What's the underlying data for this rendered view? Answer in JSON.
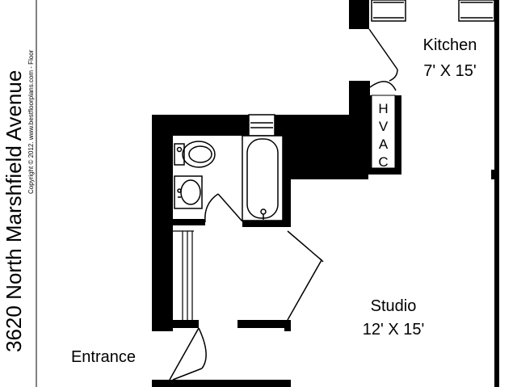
{
  "side_title": "3620 North Marshfield Avenue",
  "copyright": "Copyright © 2012. www.bestfloorplans.com - Floor",
  "rooms": {
    "kitchen": {
      "name": "Kitchen",
      "size": "7' X 15'"
    },
    "studio": {
      "name": "Studio",
      "size": "12' X 15'"
    },
    "entrance": {
      "name": "Entrance"
    },
    "hvac": {
      "letters": [
        "H",
        "V",
        "A",
        "C"
      ]
    }
  },
  "colors": {
    "wall": "#000000",
    "line": "#000000",
    "background": "#ffffff"
  }
}
